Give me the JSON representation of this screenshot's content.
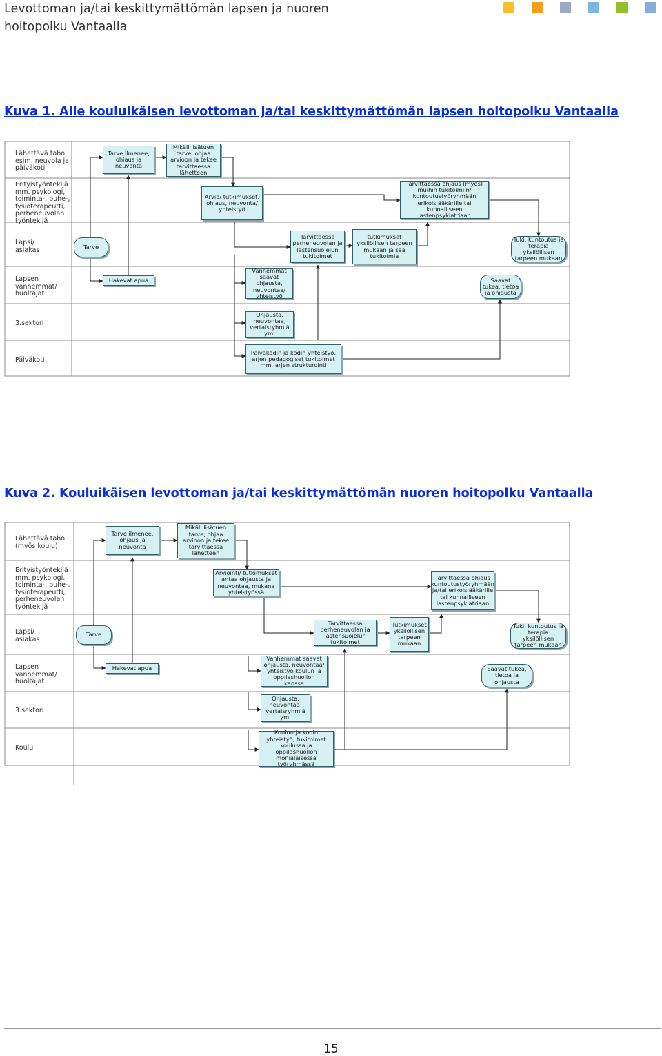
{
  "header": {
    "title": "Levottoman ja/tai keskittymättömän lapsen ja nuoren hoitopolku Vantaalla",
    "squares": [
      "#f7c02a",
      "#f2a019",
      "#9aa8c2",
      "#7ab7e2",
      "#94be2c",
      "#84addb"
    ]
  },
  "figure1": {
    "caption": "Kuva 1. Alle kouluikäisen levottoman ja/tai keskittymättömän lapsen hoitopolku Vantaalla",
    "lanes": [
      "Lähettävä taho esim. neuvola ja päiväkoti",
      "Erityistyöntekijä mm. psykologi, toiminta-, puhe-, fysioterapeutti, perheneuvolan työntekijä",
      "Lapsi/ asiakas",
      "Lapsen vanhemmat/ huoltajat",
      "3.sektori",
      "Päiväkoti"
    ],
    "boxes": {
      "tarve_ilmenee": "Tarve ilmenee, ohjaus ja neuvonta",
      "mikali": "Mikäli lisätuen tarve, ohjaa arvioon ja tekee tarvittaessa lähetteen",
      "arvio": "Arvio/ tutkimukset, ohjaus, neuvonta/ yhteistyö",
      "tarvittaessa_ohjaus": "Tarvittaessa ohjaus (myös) muihin tukitoimiin/ kuntoutustyöryhmään erikoislääkärille tai kunnalliseen lastenpsykiatriaan",
      "tarve": "Tarve",
      "perheneuvola": "Tarvittaessa perheneuvolan ja lastensuojelun tukitoimet",
      "tutkimukset": "tutkimukset yksilöllisen tarpeen mukaan ja saa tukitoimia",
      "tuki": "Tuki, kuntoutus ja terapia yksilöllisen tarpeen mukaan",
      "hakevat": "Hakevat apua",
      "vanhemmat": "Vanhemmat saavat ohjausta, neuvontaa/ yhteistyö",
      "saavat": "Saavat tukea, tietoa ja ohjausta",
      "ohjausta": "Ohjausta, neuvontaa, vertaisryhmiä ym.",
      "paivakodin": "Päiväkodin ja kodin yhteistyö, arjen pedagogiset tukitoimet mm. arjen strukturointi"
    }
  },
  "figure2": {
    "caption": "Kuva 2. Kouluikäisen levottoman ja/tai keskittymättömän nuoren hoitopolku Vantaalla",
    "lanes": [
      "Lähettävä taho (myös koulu)",
      "Erityistyöntekijä mm. psykologi, toiminta-, puhe-, fysioterapeutti, perheneuvolan työntekijä",
      "Lapsi/ asiakas",
      "Lapsen vanhemmat/ huoltajat",
      "3.sektori",
      "Koulu"
    ],
    "boxes": {
      "tarve_ilmenee": "Tarve ilmenee, ohjaus ja neuvonta",
      "mikali": "Mikäli lisätuen tarve, ohjaa arvioon ja tekee tarvittaessa lähetteen",
      "arviointi": "Arviointi/ tutkimukset antaa ohjausta ja neuvontaa, mukana yhteistyössä",
      "tarvittaessa_ohjaus": "Tarvittaessa ohjaus kuntoutustyöryhmään ja/tai erikoislääkärille tai kunnalliseen lastenpsykiatriaan",
      "tarve": "Tarve",
      "perheneuvola": "Tarvittaessa perheneuvolan ja lastensuojelun tukitoimet",
      "tutkimukset": "Tutkimukset yksilöllisen tarpeen mukaan",
      "tuki": "Tuki, kuntoutus ja terapia yksilöllisen tarpeen mukaan",
      "hakevat": "Hakevat apua",
      "vanhemmat": "Vanhemmat saavat ohjausta, neuvontaa/ yhteistyö koulun ja oppilashuollon kanssa",
      "saavat": "Saavat tukea, tietoa ja ohjausta",
      "ohjausta": "Ohjausta, neuvontaa, vertaisryhmiä ym.",
      "koulun": "Koulun ja kodin yhteistyö, tukitoimet koulussa ja oppilashuollon monialaisessa työryhmässä"
    }
  },
  "footer": {
    "page_number": "15"
  }
}
